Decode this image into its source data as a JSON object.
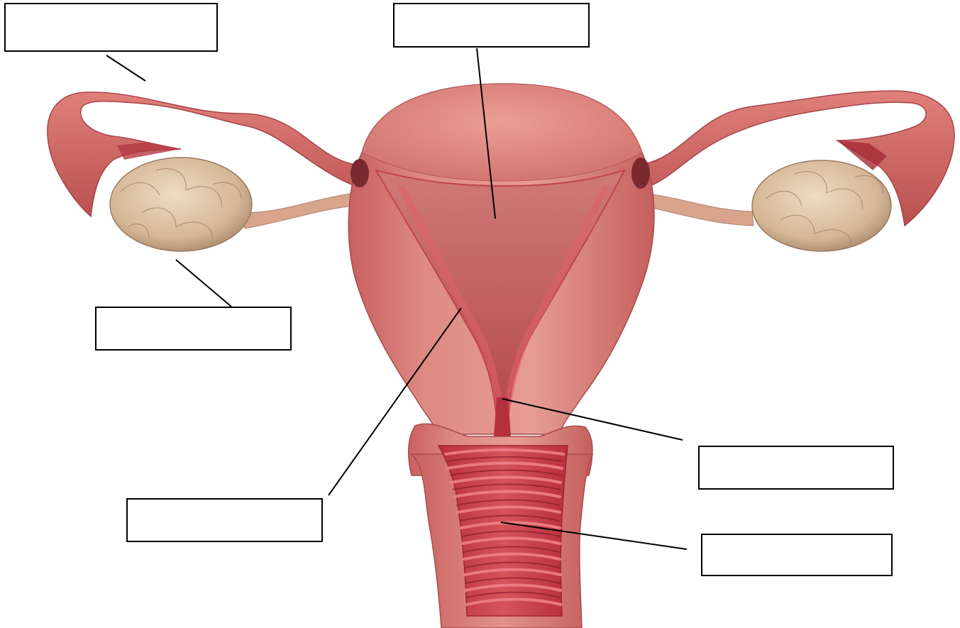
{
  "diagram": {
    "labels": [
      {
        "id": "box-1",
        "text": ""
      },
      {
        "id": "box-2",
        "text": ""
      },
      {
        "id": "box-3",
        "text": ""
      },
      {
        "id": "box-4",
        "text": ""
      },
      {
        "id": "box-5",
        "text": ""
      },
      {
        "id": "box-6",
        "text": ""
      }
    ]
  },
  "colors": {
    "background": "#ffffff",
    "tissue": "#d9736f",
    "tissue_dark": "#b84a4c",
    "tissue_light": "#eea6a0",
    "ovary": "#dcc3a6",
    "ovary_shadow": "#b4977a",
    "canal": "#c93a48",
    "leader_line": "#000000"
  }
}
